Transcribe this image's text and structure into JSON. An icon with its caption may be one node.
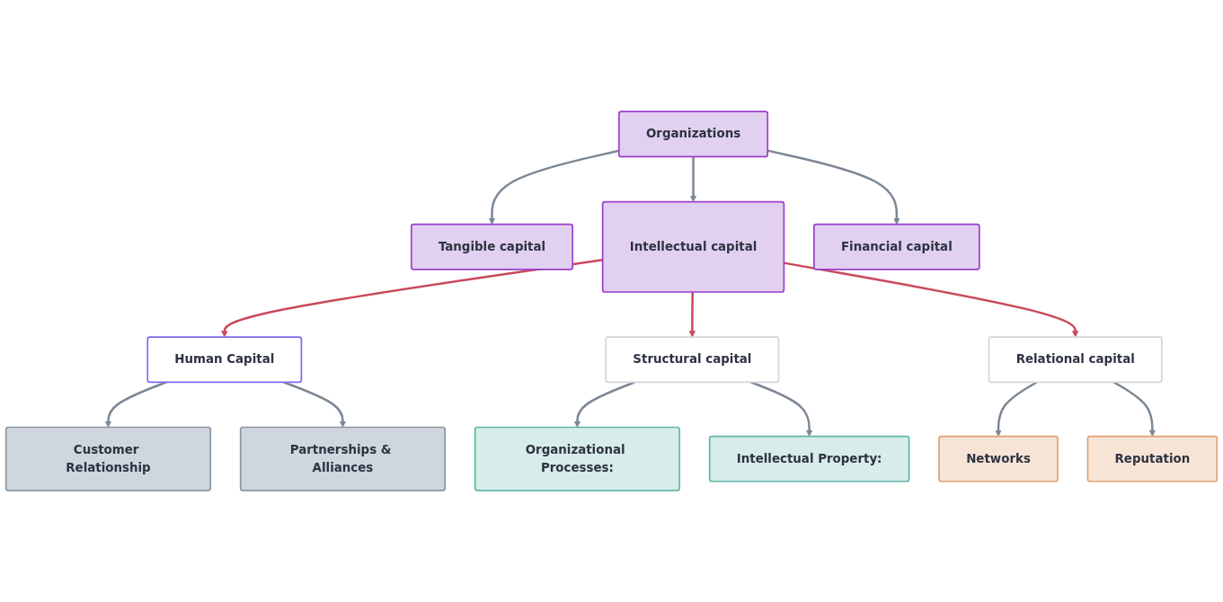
{
  "diagram": {
    "nodes": [
      {
        "text": [
          "Organizations"
        ]
      },
      {
        "text": [
          "Tangible capital"
        ]
      },
      {
        "text": [
          "Intellectual capital"
        ]
      },
      {
        "text": [
          "Financial capital"
        ]
      },
      {
        "text": [
          "Human Capital"
        ]
      },
      {
        "text": [
          "Structural capital"
        ]
      },
      {
        "text": [
          "Relational capital"
        ]
      },
      {
        "text": [
          "Customer Relationship"
        ]
      },
      {
        "text": [
          "Partnerships & Alliances"
        ]
      },
      {
        "text": [
          "Organizational Processes:"
        ]
      },
      {
        "text": [
          "Intellectual Property:"
        ]
      },
      {
        "text": [
          "Networks"
        ]
      },
      {
        "text": [
          "Reputation"
        ]
      }
    ],
    "edges": [
      {
        "from": 0,
        "to": 1,
        "arrow": "to"
      },
      {
        "from": 0,
        "to": 2,
        "arrow": "to"
      },
      {
        "from": 0,
        "to": 3,
        "arrow": "to"
      },
      {
        "from": 2,
        "to": 4,
        "arrow": "to",
        "color": "#c94a5a"
      },
      {
        "from": 2,
        "to": 5,
        "arrow": "to",
        "color": "#c94a5a"
      },
      {
        "from": 2,
        "to": 6,
        "arrow": "to",
        "color": "#c94a5a"
      },
      {
        "from": 4,
        "to": 7,
        "arrow": "to"
      },
      {
        "from": 4,
        "to": 8,
        "arrow": "to"
      },
      {
        "from": 5,
        "to": 9,
        "arrow": "to"
      },
      {
        "from": 5,
        "to": 10,
        "arrow": "to"
      },
      {
        "from": 6,
        "to": 11,
        "arrow": "to"
      },
      {
        "from": 6,
        "to": 12,
        "arrow": "to"
      }
    ]
  }
}
